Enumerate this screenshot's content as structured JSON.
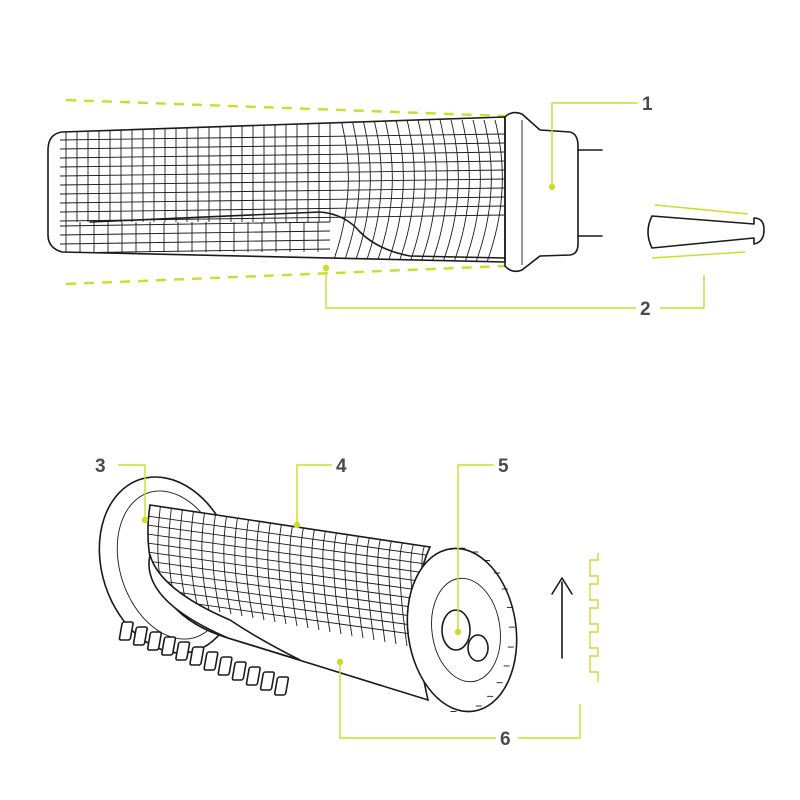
{
  "colors": {
    "accent": "#c9dd2a",
    "ink": "#1a1a1a",
    "label": "#4a4a4a"
  },
  "labels": {
    "l1": "1",
    "l2": "2",
    "l3": "3",
    "l4": "4",
    "l5": "5",
    "l6": "6"
  }
}
